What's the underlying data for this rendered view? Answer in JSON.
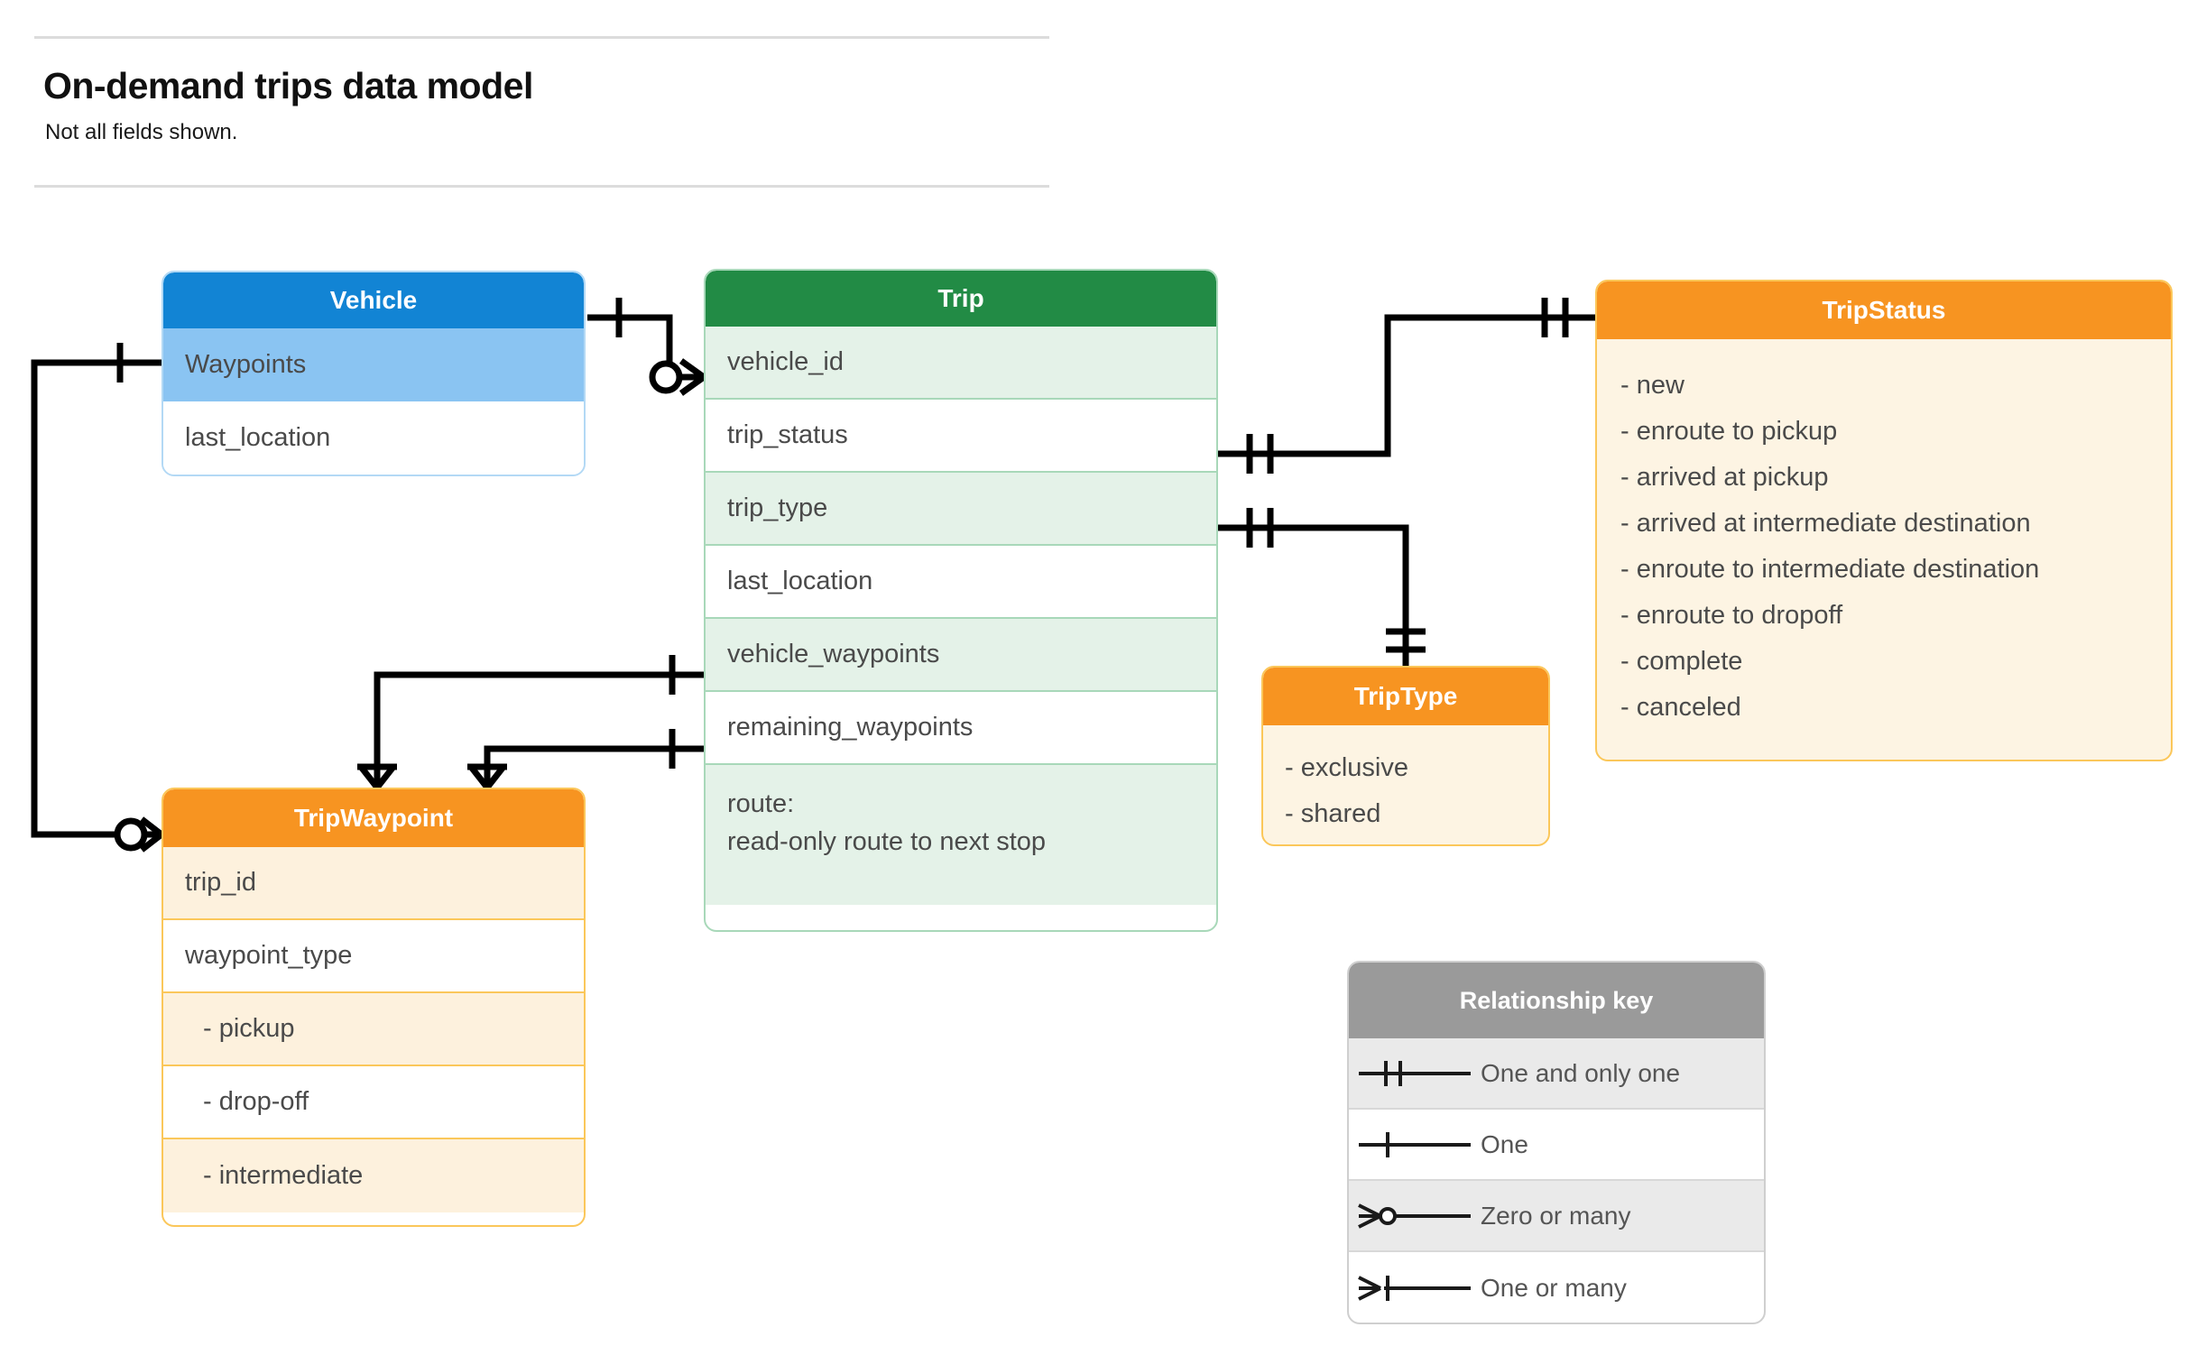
{
  "header": {
    "title": "On-demand trips data model",
    "subtitle": "Not all fields shown."
  },
  "entities": {
    "vehicle": {
      "name": "Vehicle",
      "header_color": "#1284d4",
      "rows": [
        {
          "label": "Waypoints"
        },
        {
          "label": "last_location"
        }
      ]
    },
    "trip": {
      "name": "Trip",
      "header_color": "#228b45",
      "rows": [
        {
          "label": "vehicle_id"
        },
        {
          "label": "trip_status"
        },
        {
          "label": "trip_type"
        },
        {
          "label": "last_location"
        },
        {
          "label": "vehicle_waypoints"
        },
        {
          "label": "remaining_waypoints"
        },
        {
          "label_line1": "route:",
          "label_line2": "read-only route to next stop"
        }
      ]
    },
    "tripstatus": {
      "name": "TripStatus",
      "header_color": "#f79421",
      "values": [
        "- new",
        "- enroute to pickup",
        "- arrived at pickup",
        "- arrived at intermediate destination",
        "- enroute to intermediate destination",
        "- enroute to dropoff",
        "- complete",
        "- canceled"
      ]
    },
    "triptype": {
      "name": "TripType",
      "header_color": "#f79421",
      "values": [
        "- exclusive",
        "- shared"
      ]
    },
    "tripwaypoint": {
      "name": "TripWaypoint",
      "header_color": "#f79421",
      "rows": [
        {
          "label": "trip_id"
        },
        {
          "label": "waypoint_type"
        },
        {
          "label": "-  pickup"
        },
        {
          "label": "-  drop-off"
        },
        {
          "label": "-  intermediate"
        }
      ]
    }
  },
  "relationship_key": {
    "title": "Relationship key",
    "items": [
      {
        "glyph": "one-and-only-one-icon",
        "label": "One and only one"
      },
      {
        "glyph": "one-icon",
        "label": "One"
      },
      {
        "glyph": "zero-or-many-icon",
        "label": "Zero or many"
      },
      {
        "glyph": "one-or-many-icon",
        "label": "One or many"
      }
    ]
  },
  "relationships": [
    {
      "from": "Vehicle",
      "from_cardinality": "one",
      "to": "Trip.vehicle_id",
      "to_cardinality": "zero-or-many"
    },
    {
      "from": "Vehicle.Waypoints",
      "from_cardinality": "one",
      "to": "TripWaypoint",
      "to_cardinality": "zero-or-many"
    },
    {
      "from": "Trip.trip_status",
      "from_cardinality": "one-and-only-one",
      "to": "TripStatus",
      "to_cardinality": "one-and-only-one"
    },
    {
      "from": "Trip.trip_type",
      "from_cardinality": "one-and-only-one",
      "to": "TripType",
      "to_cardinality": "one-and-only-one"
    },
    {
      "from": "Trip.vehicle_waypoints",
      "from_cardinality": "one",
      "to": "TripWaypoint",
      "to_cardinality": "one-or-many"
    },
    {
      "from": "Trip.remaining_waypoints",
      "from_cardinality": "one",
      "to": "TripWaypoint",
      "to_cardinality": "one-or-many"
    }
  ]
}
